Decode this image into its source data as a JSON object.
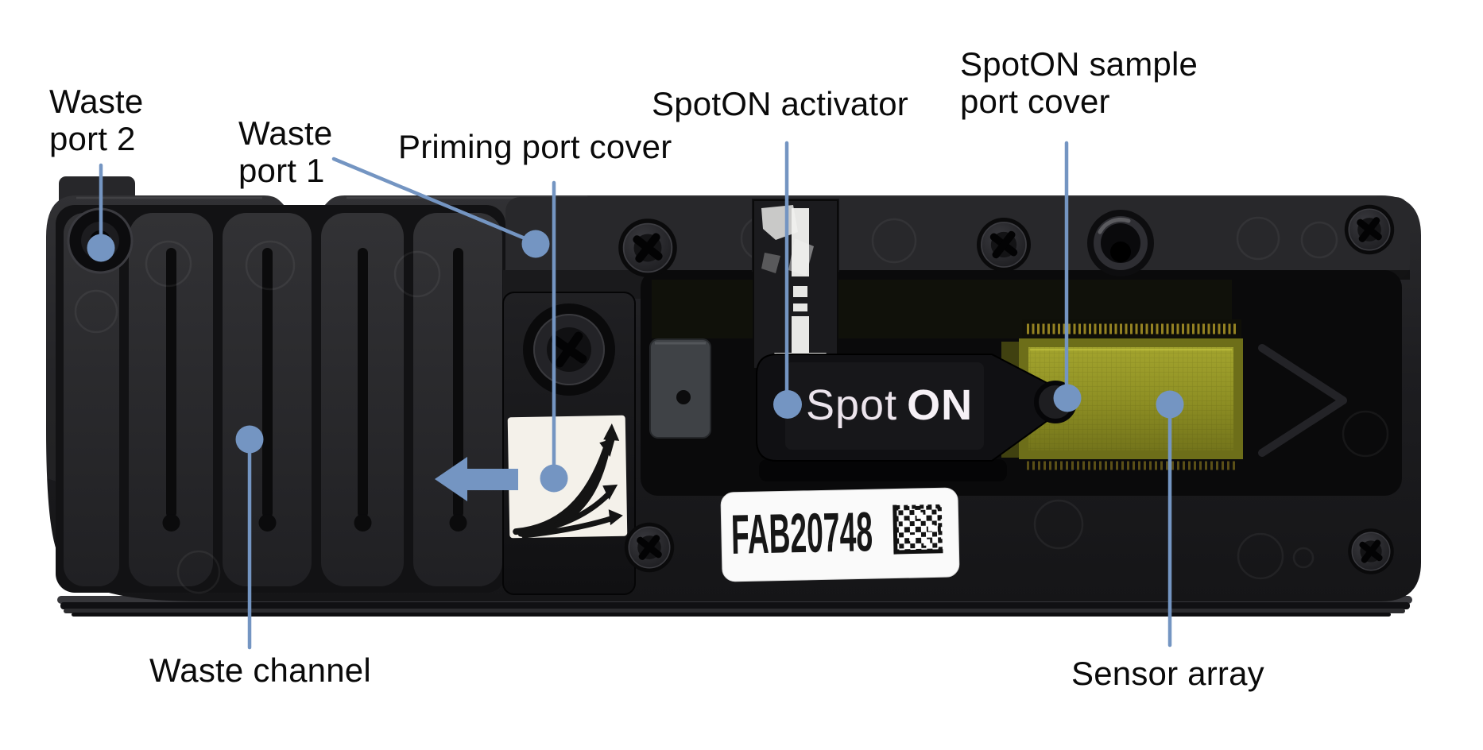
{
  "figure": {
    "description": "Labeled photograph of a nanopore sequencing flow cell",
    "background_color": "#ffffff",
    "callout_color": "#7495c2"
  },
  "annotations": {
    "waste_port_2": {
      "line1": "Waste",
      "line2": "port 2"
    },
    "waste_port_1": {
      "line1": "Waste",
      "line2": "port 1"
    },
    "priming_port_cover": {
      "label": "Priming port cover"
    },
    "spoton_activator": {
      "label": "SpotON activator"
    },
    "spoton_sample_port_cover": {
      "line1": "SpotON sample",
      "line2": "port cover"
    },
    "waste_channel": {
      "label": "Waste channel"
    },
    "sensor_array": {
      "label": "Sensor array"
    }
  },
  "device": {
    "id_label": "FAB20748",
    "flap_text_regular": "Spot",
    "flap_text_bold": "ON"
  }
}
